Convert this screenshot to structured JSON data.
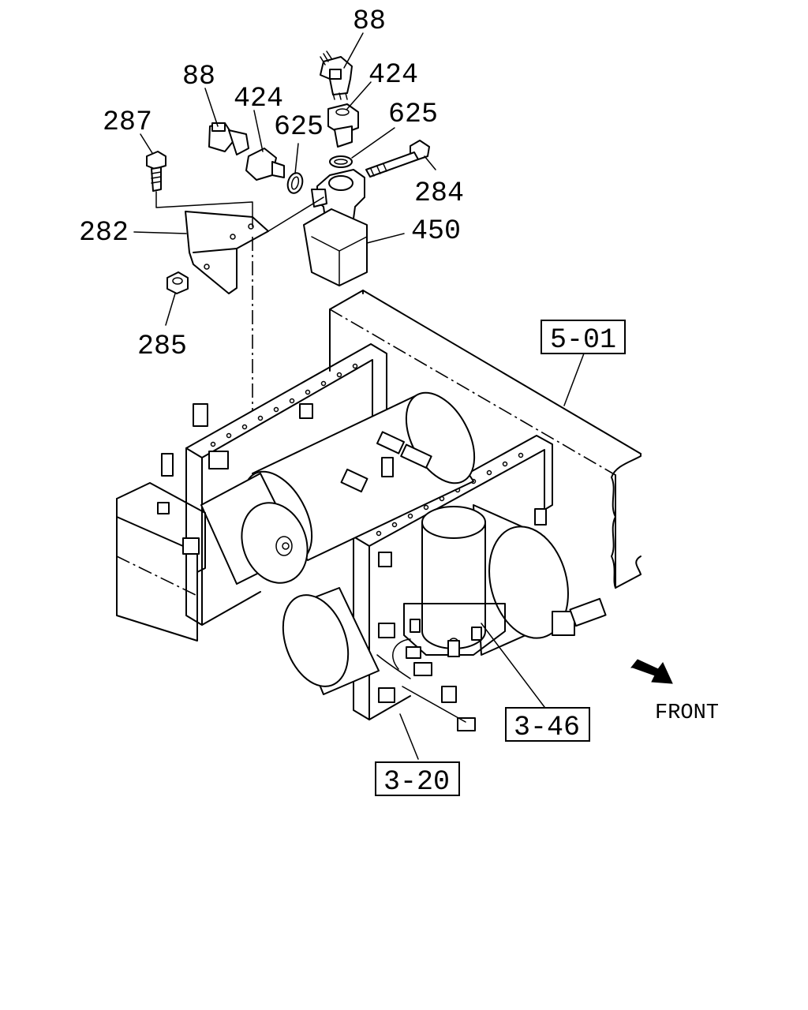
{
  "part_labels": {
    "p88_top": "88",
    "p424_top": "424",
    "p625_right": "625",
    "p88_left": "88",
    "p424_left": "424",
    "p625_left": "625",
    "p287": "287",
    "p284": "284",
    "p282": "282",
    "p450": "450",
    "p285": "285"
  },
  "reference_boxes": {
    "ref_5_01": "5-01",
    "ref_3_46": "3-46",
    "ref_3_20": "3-20"
  },
  "direction": {
    "front_label": "FRONT"
  }
}
